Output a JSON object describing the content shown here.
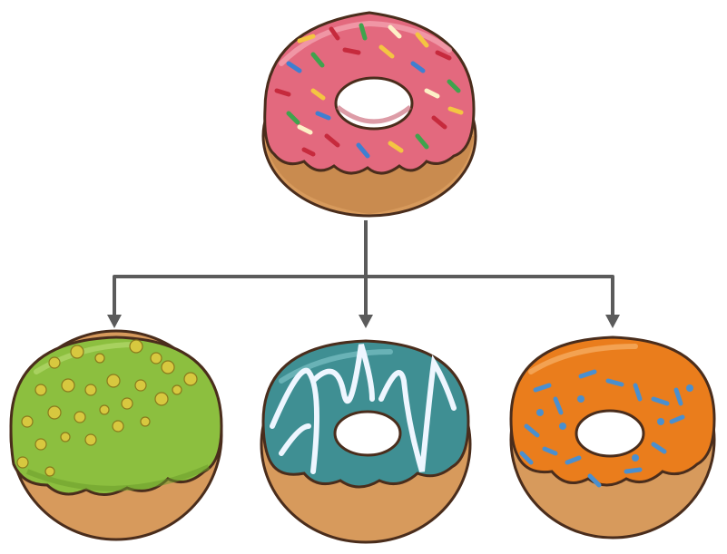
{
  "diagram": {
    "nodes": [
      {
        "id": "parent",
        "label": "",
        "frosting": "pink",
        "topping": "rainbow-sprinkles",
        "has_hole": true
      },
      {
        "id": "child-left",
        "label": "",
        "frosting": "green",
        "topping": "gold-flakes",
        "has_hole": false
      },
      {
        "id": "child-middle",
        "label": "",
        "frosting": "teal",
        "topping": "white-drizzle",
        "has_hole": true
      },
      {
        "id": "child-right",
        "label": "",
        "frosting": "orange",
        "topping": "blue-sprinkles",
        "has_hole": true
      }
    ],
    "edges": [
      {
        "from": "parent",
        "to": "child-left"
      },
      {
        "from": "parent",
        "to": "child-middle"
      },
      {
        "from": "parent",
        "to": "child-right"
      }
    ]
  },
  "colors": {
    "connector": "#5b5b5b",
    "dough": "#d79a5c",
    "dough_dark": "#b06f36",
    "outline": "#4a2d1c",
    "pink_frosting": "#e3697e",
    "green_frosting": "#8cbf3f",
    "teal_frosting": "#3f8f93",
    "orange_frosting": "#ea7d1c",
    "gold": "#d7c83f",
    "drizzle": "#eef6ff",
    "blue_sprinkle": "#4a8fcf"
  }
}
